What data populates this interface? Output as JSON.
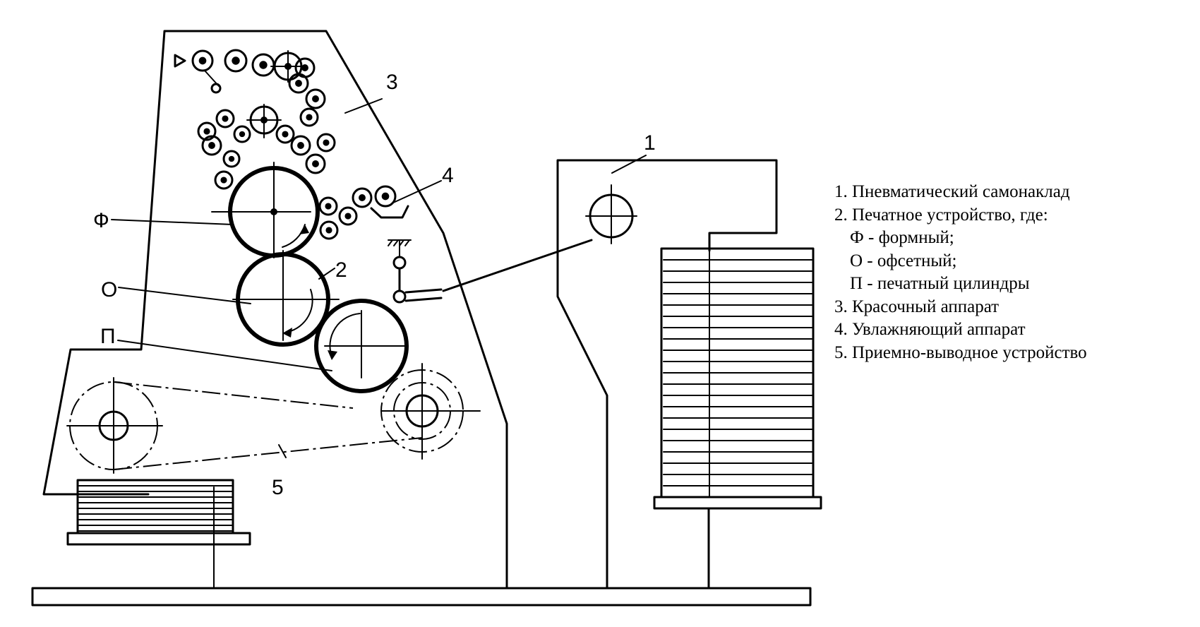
{
  "diagram": {
    "labels": {
      "p1": "1",
      "p2": "2",
      "p3": "3",
      "p4": "4",
      "p5": "5",
      "f": "Ф",
      "o": "О",
      "p": "П"
    }
  },
  "legend": {
    "items": [
      "1. Пневматический самонаклад",
      "2. Печатное устройство, где:",
      "Ф - формный;",
      "О - офсетный;",
      "П - печатный цилиндры",
      "3. Красочный аппарат",
      "4. Увлажняющий аппарат",
      "5. Приемно-выводное устройство"
    ]
  }
}
